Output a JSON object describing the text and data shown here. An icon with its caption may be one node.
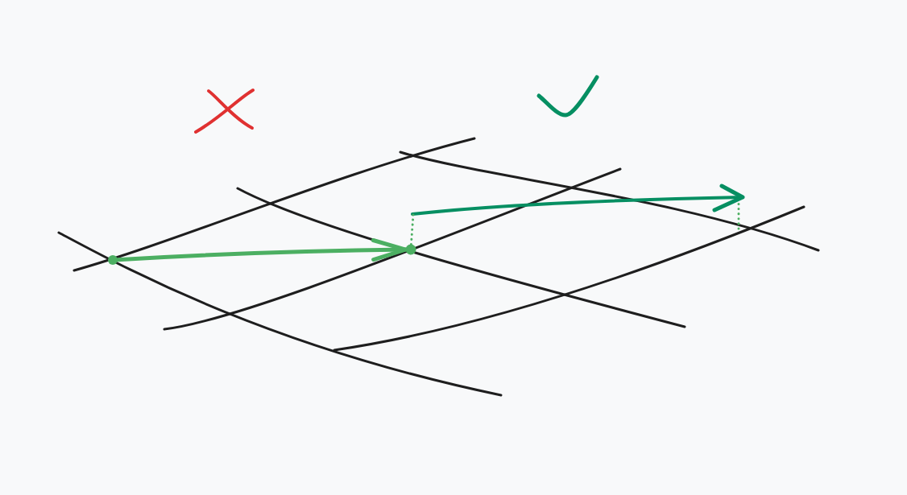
{
  "diagram": {
    "nodes": [
      {
        "text": [],
        "shape": "circle"
      },
      {
        "text": [],
        "shape": "circle"
      }
    ],
    "edges": [
      {
        "from": 0,
        "to": 1,
        "arrow": "to",
        "color": "#4caf62"
      },
      {
        "from": 1,
        "to": null,
        "arrow": "none",
        "style": "dashed",
        "color": "#4caf62"
      }
    ]
  }
}
